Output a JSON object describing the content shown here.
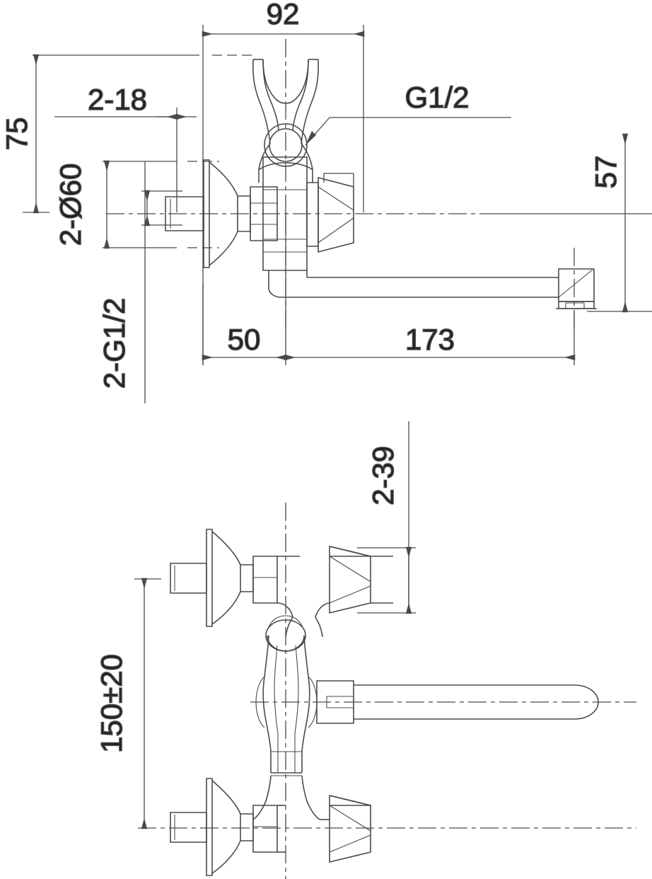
{
  "drawing": {
    "title": "Wall-mounted bath/shower mixer tap technical drawing",
    "type": "engineering-dimension-drawing",
    "units": "mm",
    "line_color": "#4a4a4a",
    "text_color": "#1a1a1a",
    "background": "#ffffff",
    "views": [
      {
        "name": "side-elevation",
        "position": "top"
      },
      {
        "name": "front-elevation",
        "position": "bottom"
      }
    ]
  },
  "dimensions": {
    "overall_width_top": "92",
    "height_75": "75",
    "inlet_spacing_label": "2-18",
    "escutcheon_dia_label": "2-Ø60",
    "thread_label": "2-G1/2",
    "outlet_thread_label": "G1/2",
    "spout_offset": "50",
    "spout_reach": "173",
    "spout_height": "57",
    "handle_label": "2-39",
    "center_distance": "150±20"
  },
  "labels": {
    "d92": "92",
    "d75": "75",
    "d218": "2-18",
    "d2o60": "2-Ø60",
    "d2g12": "2-G1/2",
    "g12": "G1/2",
    "d50": "50",
    "d173": "173",
    "d57": "57",
    "d239": "2-39",
    "d150": "150±20"
  }
}
